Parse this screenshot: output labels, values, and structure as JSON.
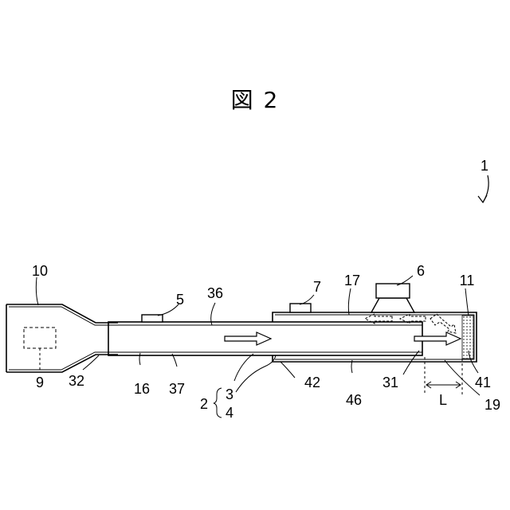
{
  "figure_title": "図 2",
  "labels": {
    "l1": "1",
    "l2": "2",
    "l3": "3",
    "l4": "4",
    "l5": "5",
    "l6": "6",
    "l7": "7",
    "l9": "9",
    "l10": "10",
    "l11": "11",
    "l16": "16",
    "l17": "17",
    "l19": "19",
    "l31": "31",
    "l32": "32",
    "l36": "36",
    "l37": "37",
    "l41": "41",
    "l42": "42",
    "l46": "46",
    "lL": "L"
  }
}
